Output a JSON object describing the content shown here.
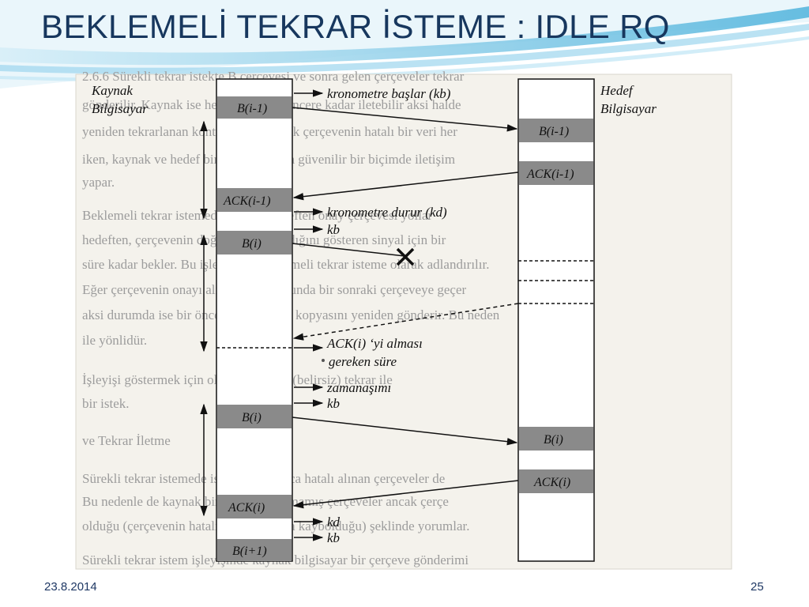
{
  "slide": {
    "title": "BEKLEMELİ TEKRAR İSTEME : IDLE RQ",
    "date": "23.8.2014",
    "page_number": "25"
  },
  "diagram": {
    "source_label": [
      "Kaynak",
      "Bilgisayar"
    ],
    "destination_label": [
      "Hedef",
      "Bilgisayar"
    ],
    "source_frames": [
      "B(i-1)",
      "ACK(i-1)",
      "B(i)",
      "B(i)",
      "ACK(i)",
      "B(i+1)"
    ],
    "destination_frames": [
      "B(i-1)",
      "ACK(i-1)",
      "B(i)",
      "ACK(i)"
    ],
    "annotations": [
      "kronometre başlar (kb)",
      "kronometre durur (kd)",
      "kb",
      "ACK(i) ‘yi alması",
      "gereken süre",
      "zamanaşımı",
      "kb",
      "kd",
      "kb"
    ]
  },
  "background_text": [
    "2.6.6 Sürekli tekrar istekte B çerçevesi ve sonra gelen çerçeveler tekrar",
    "gönderilir. Kaynak ise her çerçeveyi pencere kadar iletebilir aksi halde",
    "yeniden tekrarlanan kontrol yöntemi. İlk çerçevenin hatalı bir veri her",
    "iken, kaynak ve hedef birimler arasında güvenilir bir biçimde iletişim",
    "yapar.",
    "Beklemeli tekrar istemede kaynak hedeften onay çerçevesi yollar",
    "hedeften, çerçevenin doğru olarak alındığını gösteren sinyal için bir",
    "süre kadar bekler. Bu işlemde de beklemeli tekrar isteme olarak adlandırılır.",
    "Eğer çerçevenin onayı alınması durumunda bir sonraki çerçeveye geçer",
    "aksi durumda ise bir önceki çerçevenin kopyasını yeniden gönderir. Bu neden",
    "ile yönlidür.",
    "İşleyişi göstermek için olası bir durum (belirsiz) tekrar ile",
    "bir istek.",
    "ve Tekrar İletme",
    "Sürekli tekrar istemede ise bilgi yalnızca hatalı alınan çerçeveler de",
    "Bu nedenle de kaynak birim, doğrulanmamış çerçeveler ancak çerçe",
    "olduğu (çerçevenin hatalı alındığı ya da kaybolduğu) şeklinde yorumlar.",
    "Sürekli tekrar istem işleyişinde kaynak bilgisayar bir çerçeve gönderimi"
  ]
}
